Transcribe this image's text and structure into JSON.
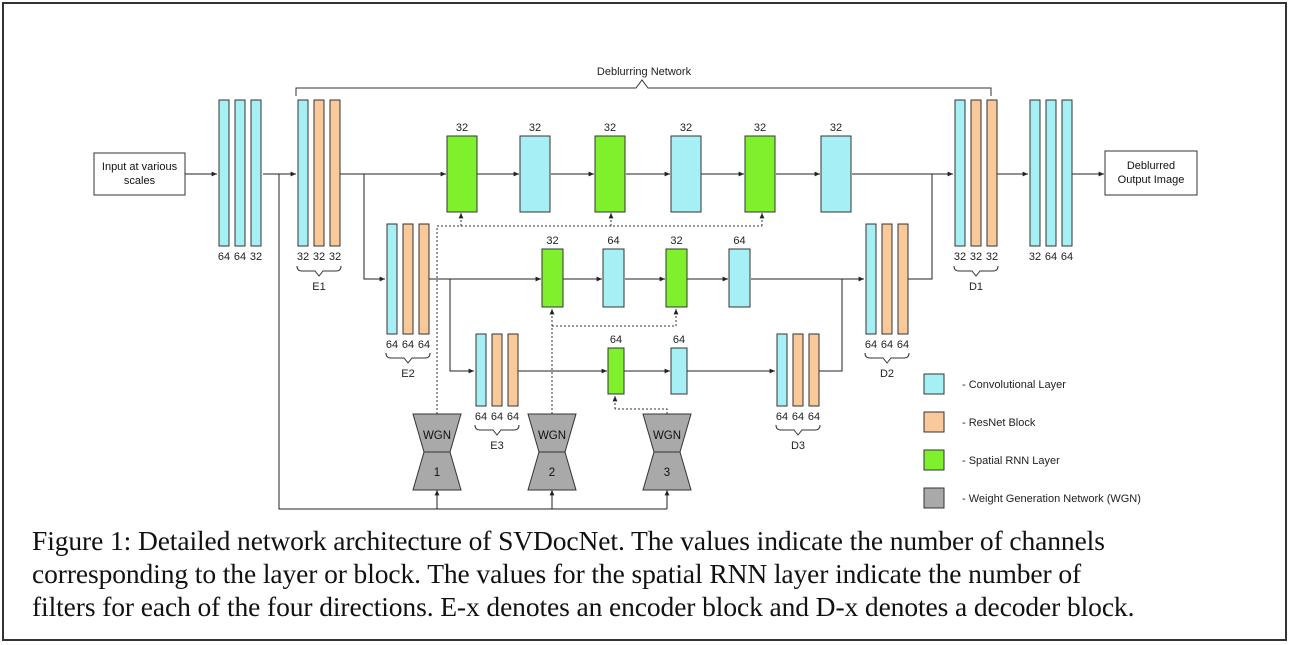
{
  "colors": {
    "conv": "#a6f0f5",
    "resnet": "#f9c99a",
    "rnn": "#7ff02c",
    "wgn": "#a9a9a9",
    "stroke": "#333333",
    "line": "#222222"
  },
  "diagram": {
    "network_title": "Deblurring Network",
    "input_box": [
      "Input at various",
      "scales"
    ],
    "output_box": [
      "Deblurred",
      "Output Image"
    ],
    "pre_stack": {
      "labels": [
        "64",
        "64",
        "32"
      ]
    },
    "e1": {
      "name": "E1",
      "labels": [
        "32",
        "32",
        "32"
      ]
    },
    "e2": {
      "name": "E2",
      "labels": [
        "64",
        "64",
        "64"
      ]
    },
    "e3": {
      "name": "E3",
      "labels": [
        "64",
        "64",
        "64"
      ]
    },
    "d1": {
      "name": "D1",
      "labels": [
        "32",
        "32",
        "32"
      ]
    },
    "d2": {
      "name": "D2",
      "labels": [
        "64",
        "64",
        "64"
      ]
    },
    "d3": {
      "name": "D3",
      "labels": [
        "64",
        "64",
        "64"
      ]
    },
    "post_stack": {
      "labels": [
        "32",
        "64",
        "64"
      ]
    },
    "row1_labels": [
      "32",
      "32",
      "32",
      "32",
      "32",
      "32"
    ],
    "row2_labels": [
      "32",
      "64",
      "32",
      "64"
    ],
    "row3_labels": [
      "64",
      "64"
    ],
    "wgn": [
      {
        "title": "WGN",
        "number": "1"
      },
      {
        "title": "WGN",
        "number": "2"
      },
      {
        "title": "WGN",
        "number": "3"
      }
    ]
  },
  "legend": [
    {
      "key": "conv",
      "label": "- Convolutional Layer"
    },
    {
      "key": "resnet",
      "label": "- ResNet Block"
    },
    {
      "key": "rnn",
      "label": "- Spatial RNN Layer"
    },
    {
      "key": "wgn",
      "label": "- Weight Generation Network (WGN)"
    }
  ],
  "caption": "Figure 1: Detailed network architecture of SVDocNet. The values indicate the number of channels\ncorresponding to the layer or block.  The values for the spatial RNN layer indicate the number of\nfilters for each of the four directions. E-x denotes an encoder block and D-x denotes a decoder block."
}
